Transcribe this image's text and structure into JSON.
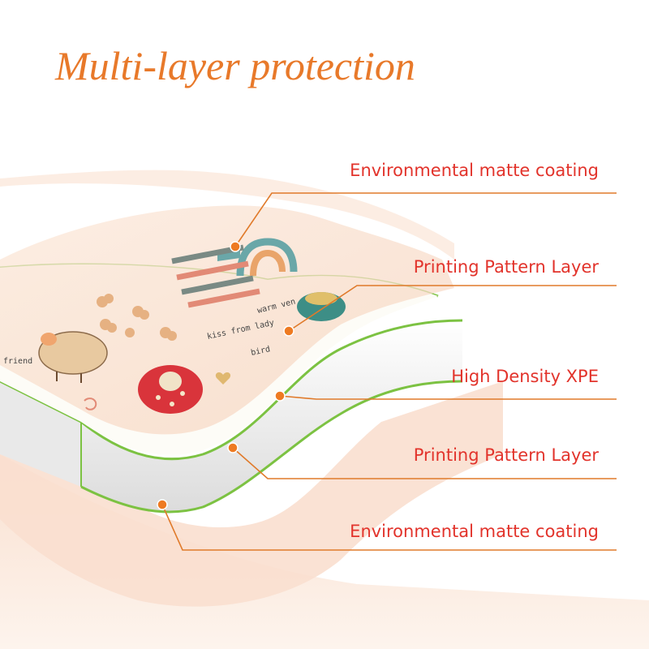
{
  "title": "Multi-layer protection",
  "labels": [
    "Environmental matte coating",
    "Printing Pattern Layer",
    "High Density XPE",
    "Printing Pattern Layer",
    "Environmental matte coating"
  ],
  "mat_print": [
    "kiss from lady",
    "bird",
    "warm ven",
    "friend"
  ],
  "colors": {
    "title": "#e8792a",
    "label": "#e2332b",
    "leader": "#e07a2a",
    "dot": "#ee7a22",
    "coating": "#f8d9c6",
    "xpe_edge": "#7cc242",
    "xpe_body": "#f4f4f4"
  }
}
